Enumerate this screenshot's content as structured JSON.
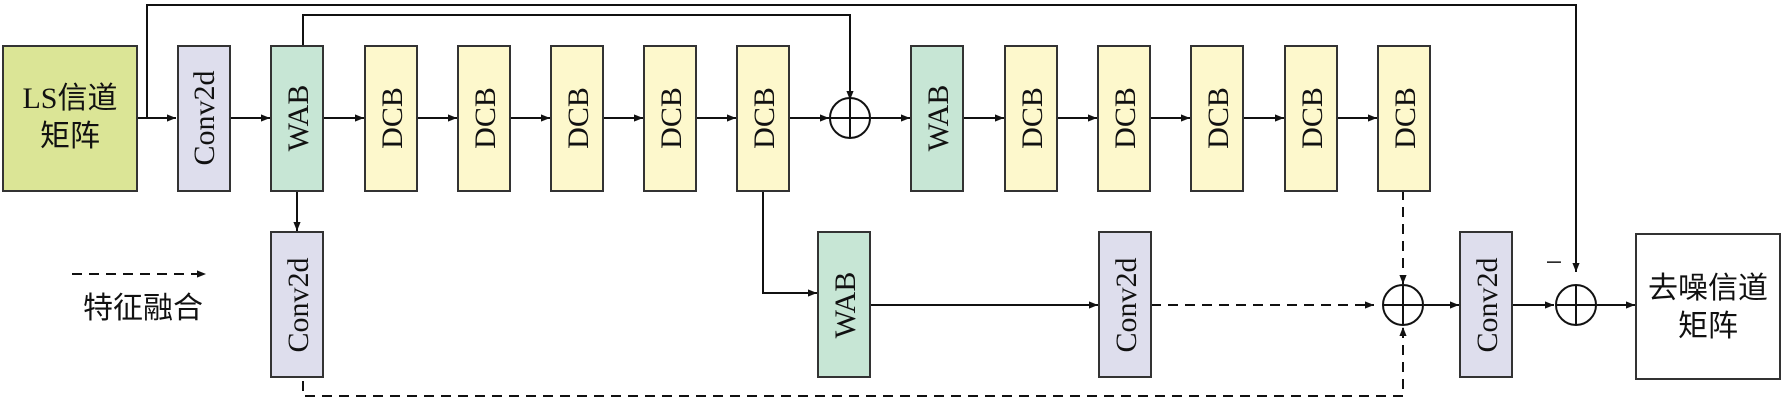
{
  "input": {
    "line1": "LS信道",
    "line2": "矩阵"
  },
  "output": {
    "line1": "去噪信道",
    "line2": "矩阵"
  },
  "blocks": {
    "conv": "Conv2d",
    "wab": "WAB",
    "dcb": "DCB"
  },
  "legend": {
    "label": "特征融合"
  },
  "subtract_sign": "−",
  "colors": {
    "conv": "#dedeed",
    "wab": "#c7e6d5",
    "dcb": "#fdf8cc",
    "input": "#dbe596",
    "output": "#ffffff",
    "line": "#111111"
  }
}
